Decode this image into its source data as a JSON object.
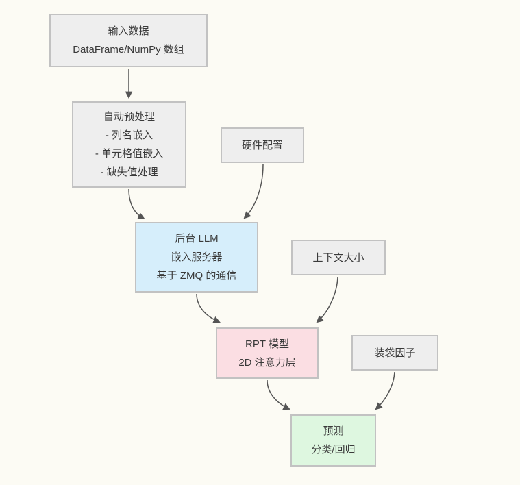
{
  "canvas": {
    "background_color": "#fcfbf4",
    "edge_color": "#555555",
    "node_border_color": "#c2c2c2",
    "text_color": "#3a3a3a"
  },
  "nodes": [
    {
      "id": "input-data",
      "fill": "#eeeeee",
      "lines": [
        "输入数据",
        "DataFrame/NumPy 数组"
      ]
    },
    {
      "id": "auto-preprocess",
      "fill": "#eeeeee",
      "lines": [
        "自动预处理",
        "- 列名嵌入",
        "- 单元格值嵌入",
        "- 缺失值处理"
      ]
    },
    {
      "id": "hardware-config",
      "fill": "#eeeeee",
      "lines": [
        "硬件配置"
      ]
    },
    {
      "id": "backend-llm",
      "fill": "#d6eefb",
      "lines": [
        "后台 LLM",
        "嵌入服务器",
        "基于 ZMQ 的通信"
      ]
    },
    {
      "id": "context-size",
      "fill": "#eeeeee",
      "lines": [
        "上下文大小"
      ]
    },
    {
      "id": "rpt-model",
      "fill": "#fbdee3",
      "lines": [
        "RPT 模型",
        "2D 注意力层"
      ]
    },
    {
      "id": "bagging-factor",
      "fill": "#eeeeee",
      "lines": [
        "装袋因子"
      ]
    },
    {
      "id": "prediction",
      "fill": "#def7e0",
      "lines": [
        "预测",
        "分类/回归"
      ]
    }
  ],
  "edges": [
    {
      "from": "input-data",
      "to": "auto-preprocess"
    },
    {
      "from": "auto-preprocess",
      "to": "backend-llm"
    },
    {
      "from": "hardware-config",
      "to": "backend-llm"
    },
    {
      "from": "backend-llm",
      "to": "rpt-model"
    },
    {
      "from": "context-size",
      "to": "rpt-model"
    },
    {
      "from": "rpt-model",
      "to": "prediction"
    },
    {
      "from": "bagging-factor",
      "to": "prediction"
    }
  ]
}
